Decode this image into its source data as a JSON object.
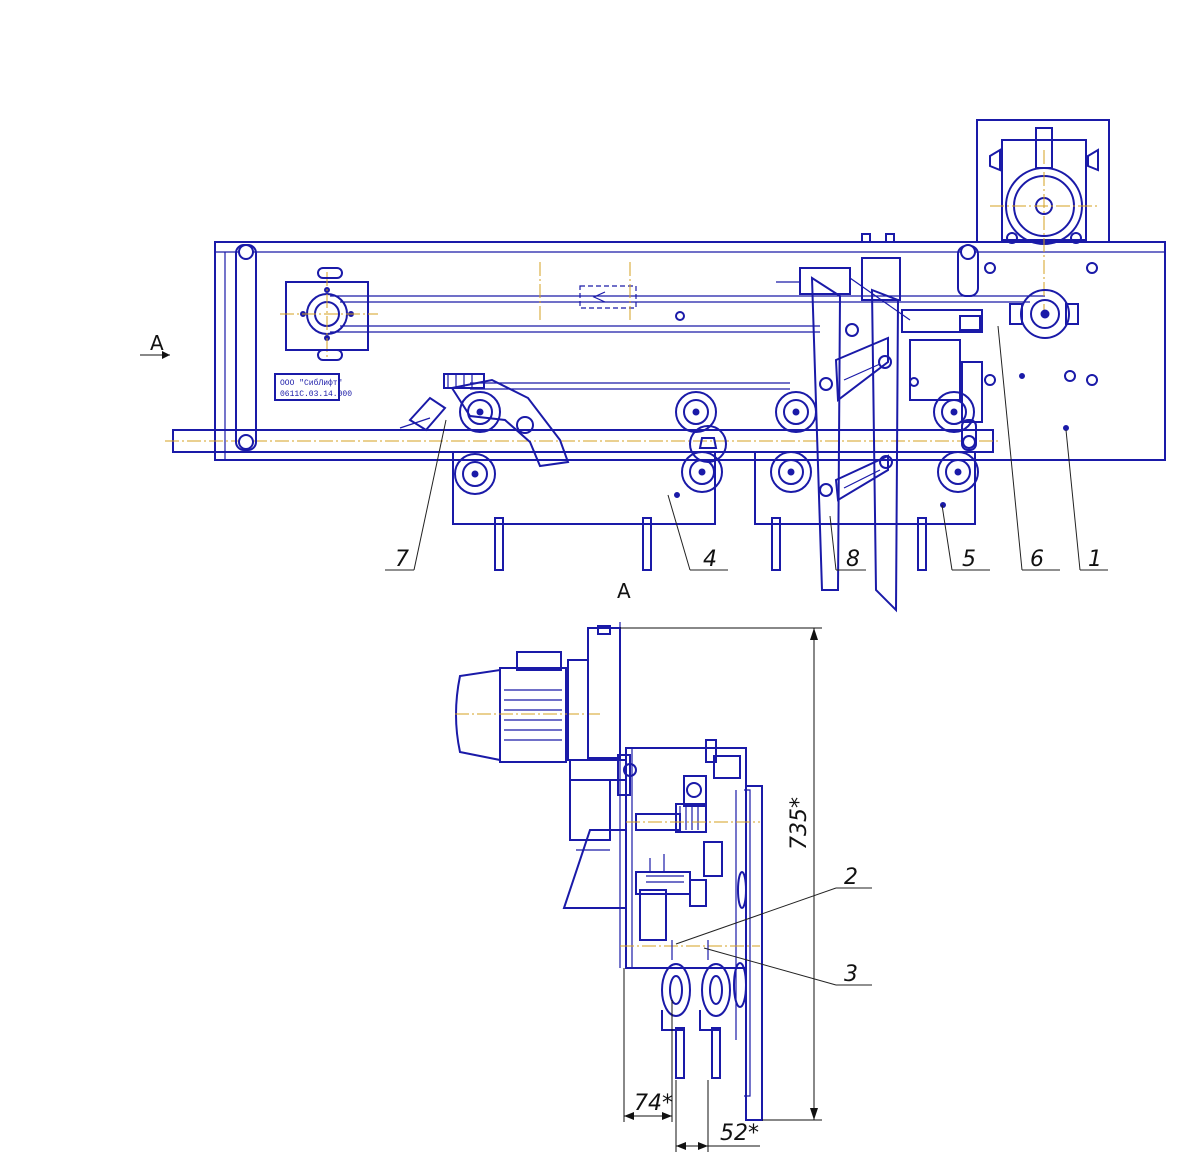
{
  "view_labels": {
    "section_top": "A",
    "section_bottom": "A"
  },
  "nameplate": {
    "line1": "ООО \"СибЛифт\"",
    "line2": "0611С.03.14.000"
  },
  "callouts": [
    "1",
    "2",
    "3",
    "4",
    "5",
    "6",
    "7",
    "8"
  ],
  "dimensions": {
    "height": "735*",
    "left_offset": "74*",
    "spacing": "52*"
  },
  "colors": {
    "lines": "#1a1aa8",
    "axes": "#d4a020",
    "text": "#111111"
  }
}
